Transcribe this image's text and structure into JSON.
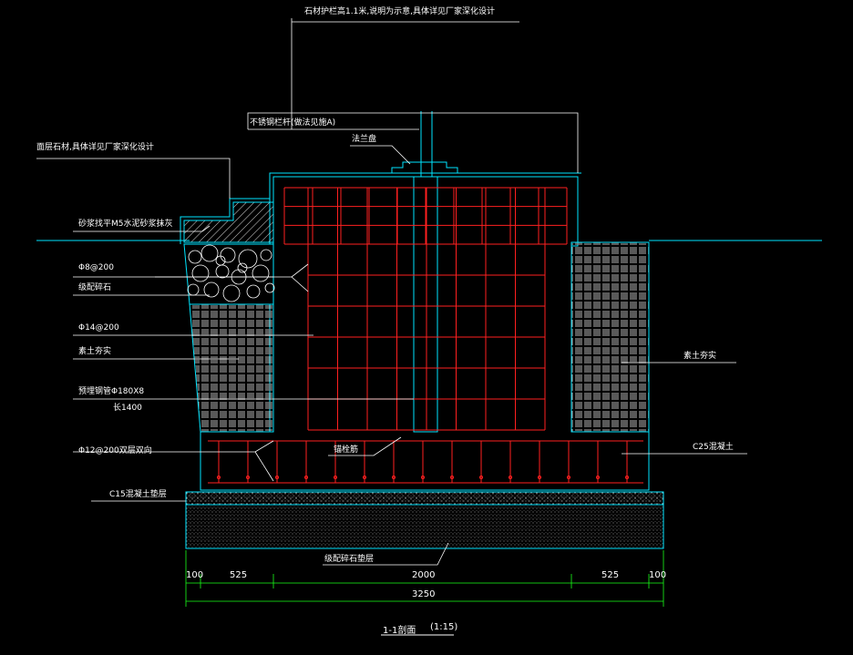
{
  "drawing": {
    "title": "1-1剖面",
    "scale": "(1:15)"
  },
  "labels": {
    "top_note": "石材护栏高1.1米,说明为示意,具体详见厂家深化设计",
    "railing": "不锈钢栏杆(做法见施A)",
    "flange": "法兰盘",
    "facing_stone": "面层石材,具体详见厂家深化设计",
    "mortar": "砂浆找平M5水泥砂浆抹灰",
    "rebar_8": "Φ8@200",
    "gravel": "级配碎石",
    "rebar_14": "Φ14@200",
    "rammed_soil_left": "素土夯实",
    "steel_pipe": "预埋钢管Φ180X8",
    "pipe_length": "长1400",
    "rebar_12": "Φ12@200双层双向",
    "anchor": "锚栓筋",
    "rammed_soil_right": "素土夯实",
    "c25": "C25混凝土",
    "c15": "C15混凝土垫层",
    "gravel_base": "级配碎石垫层"
  },
  "dimensions": {
    "segments": [
      "100",
      "525",
      "2000",
      "525",
      "100"
    ],
    "total": "3250"
  },
  "colors": {
    "outline": "#00e5ff",
    "rebar": "#ff2020",
    "leader": "#ffffff",
    "hatch": "#ffffff",
    "dim_line": "#19ff19"
  }
}
